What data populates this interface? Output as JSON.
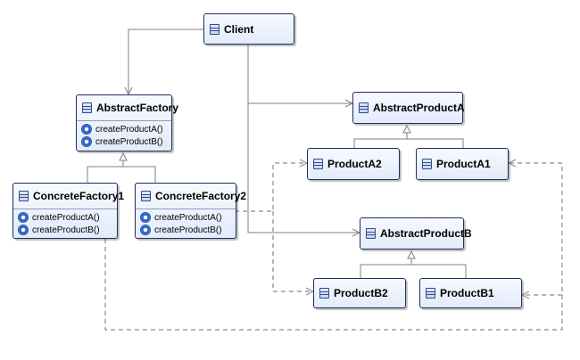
{
  "classes": {
    "client": {
      "name": "Client"
    },
    "abstract_factory": {
      "name": "AbstractFactory",
      "operations": [
        "createProductA()",
        "createProductB()"
      ]
    },
    "concrete_factory1": {
      "name": "ConcreteFactory1",
      "operations": [
        "createProductA()",
        "createProductB()"
      ]
    },
    "concrete_factory2": {
      "name": "ConcreteFactory2",
      "operations": [
        "createProductA()",
        "createProductB()"
      ]
    },
    "abstract_product_a": {
      "name": "AbstractProductA"
    },
    "product_a2": {
      "name": "ProductA2"
    },
    "product_a1": {
      "name": "ProductA1"
    },
    "abstract_product_b": {
      "name": "AbstractProductB"
    },
    "product_b2": {
      "name": "ProductB2"
    },
    "product_b1": {
      "name": "ProductB1"
    }
  },
  "relationships": [
    {
      "kind": "association",
      "from": "Client",
      "to": "AbstractFactory"
    },
    {
      "kind": "association",
      "from": "Client",
      "to": "AbstractProductA"
    },
    {
      "kind": "association",
      "from": "Client",
      "to": "AbstractProductB"
    },
    {
      "kind": "generalization",
      "from": "ConcreteFactory1",
      "to": "AbstractFactory"
    },
    {
      "kind": "generalization",
      "from": "ConcreteFactory2",
      "to": "AbstractFactory"
    },
    {
      "kind": "generalization",
      "from": "ProductA2",
      "to": "AbstractProductA"
    },
    {
      "kind": "generalization",
      "from": "ProductA1",
      "to": "AbstractProductA"
    },
    {
      "kind": "generalization",
      "from": "ProductB2",
      "to": "AbstractProductB"
    },
    {
      "kind": "generalization",
      "from": "ProductB1",
      "to": "AbstractProductB"
    },
    {
      "kind": "dependency",
      "from": "ConcreteFactory1",
      "to": "ProductA1"
    },
    {
      "kind": "dependency",
      "from": "ConcreteFactory1",
      "to": "ProductB1"
    },
    {
      "kind": "dependency",
      "from": "ConcreteFactory2",
      "to": "ProductA2"
    },
    {
      "kind": "dependency",
      "from": "ConcreteFactory2",
      "to": "ProductB2"
    }
  ],
  "colors": {
    "border": "#1f2f5c",
    "fill_top": "#f7f9ff",
    "fill_bottom": "#e3ebfa",
    "connector": "#8a8a8a",
    "icon": "#2d4a8a",
    "operation_icon": "#2f63c8"
  }
}
